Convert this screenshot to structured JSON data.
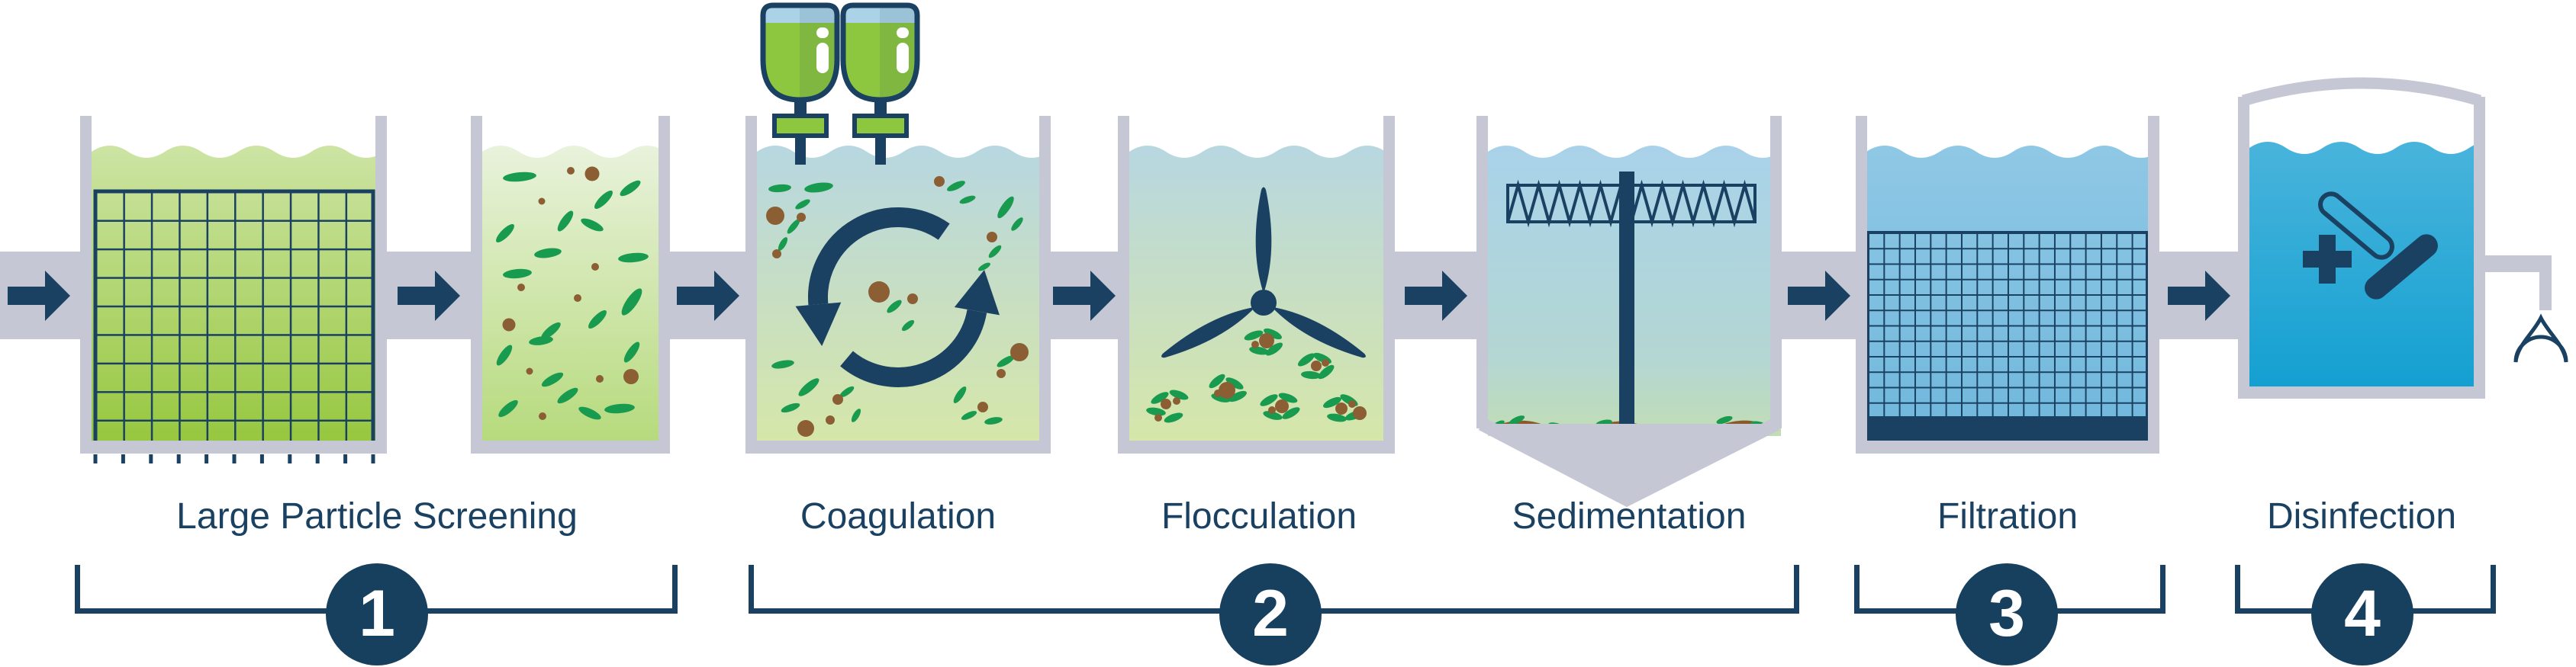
{
  "colors": {
    "navy": "#1a4161",
    "wall_gray": "#c5c7d4",
    "particle_green": "#189a4f",
    "particle_brown": "#8b5e34",
    "sediment_brown": "#8a5a2b",
    "bottle_green": "#8dc63f",
    "cap_blue": "#abd2e6",
    "step_circle": "#17405f",
    "label_text": "#1a4161",
    "water_green_top": "#cde4a4",
    "water_green_bottom": "#96c73e",
    "water_bluegreen_top": "#b7d7e1",
    "water_bluegreen_bottom": "#d6e7a9",
    "water_blue_top": "#8fc8e5",
    "water_cyan": "#18a2d2",
    "drop_blue": "#8ec6e8"
  },
  "stages": [
    {
      "label": "Large Particle Screening",
      "icon": "screen-grid-icon"
    },
    {
      "label": "Coagulation",
      "icon": "chemical-feed-recycle-icon"
    },
    {
      "label": "Flocculation",
      "icon": "propeller-mixer-icon"
    },
    {
      "label": "Sedimentation",
      "icon": "sludge-scraper-icon"
    },
    {
      "label": "Filtration",
      "icon": "filter-mesh-icon"
    },
    {
      "label": "Disinfection",
      "icon": "chemical-tablets-icon"
    }
  ],
  "steps": [
    {
      "number": "1",
      "covers": [
        "Large Particle Screening"
      ]
    },
    {
      "number": "2",
      "covers": [
        "Coagulation",
        "Flocculation",
        "Sedimentation"
      ]
    },
    {
      "number": "3",
      "covers": [
        "Filtration"
      ]
    },
    {
      "number": "4",
      "covers": [
        "Disinfection"
      ]
    }
  ]
}
